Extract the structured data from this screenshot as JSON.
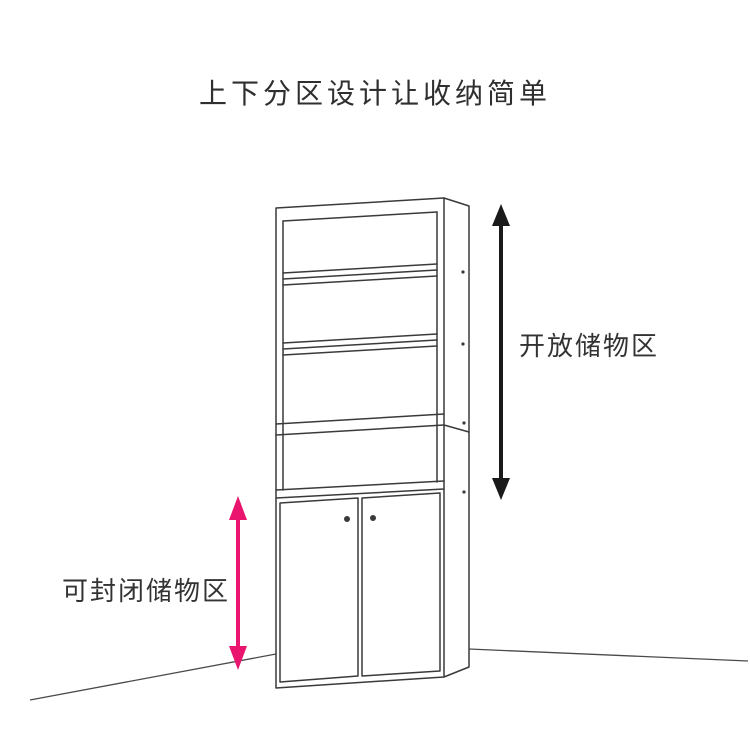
{
  "title": "上下分区设计让收纳简单",
  "labels": {
    "open_zone": "开放储物区",
    "closed_zone": "可封闭储物区"
  },
  "colors": {
    "ink": "#3a3a3a",
    "floor": "#4a4a4a",
    "black_arrow": "#1a1a1a",
    "pink_arrow": "#e9156f"
  }
}
